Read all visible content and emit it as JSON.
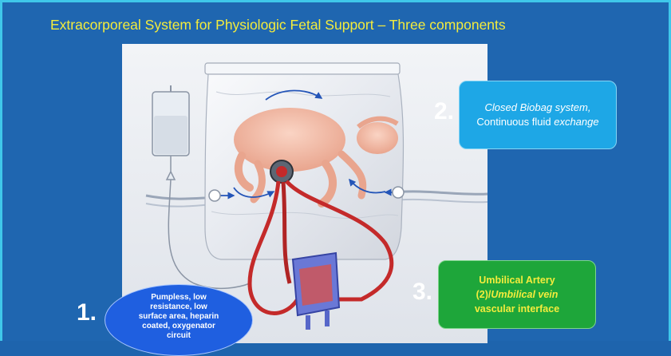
{
  "slide": {
    "title": "Extracorporeal System for Physiologic Fetal Support – Three components"
  },
  "components": [
    {
      "number": "1.",
      "line1": "Pumpless, low",
      "line2": "resistance, low",
      "line3": "surface area, heparin",
      "line4": "coated, oxygenator",
      "line5": "circuit"
    },
    {
      "number": "2.",
      "line1": "Closed Biobag system,",
      "line2_plain": "Continuous fluid ",
      "line2_italic": "exchange"
    },
    {
      "number": "3.",
      "line1": "Umbilical Artery",
      "line2_plain": "(2)/",
      "line2_italic": "Umbilical vein",
      "line3": "vascular interface"
    }
  ],
  "colors": {
    "background": "#1f66b0",
    "border": "#3fc7ea",
    "title": "#f4ec3c",
    "biobag_box": "#1ea7e6",
    "umbilical_box": "#1ea63a",
    "oxygenator_ellipse": "#1f5fe0",
    "blood_red": "#c42a2a"
  }
}
